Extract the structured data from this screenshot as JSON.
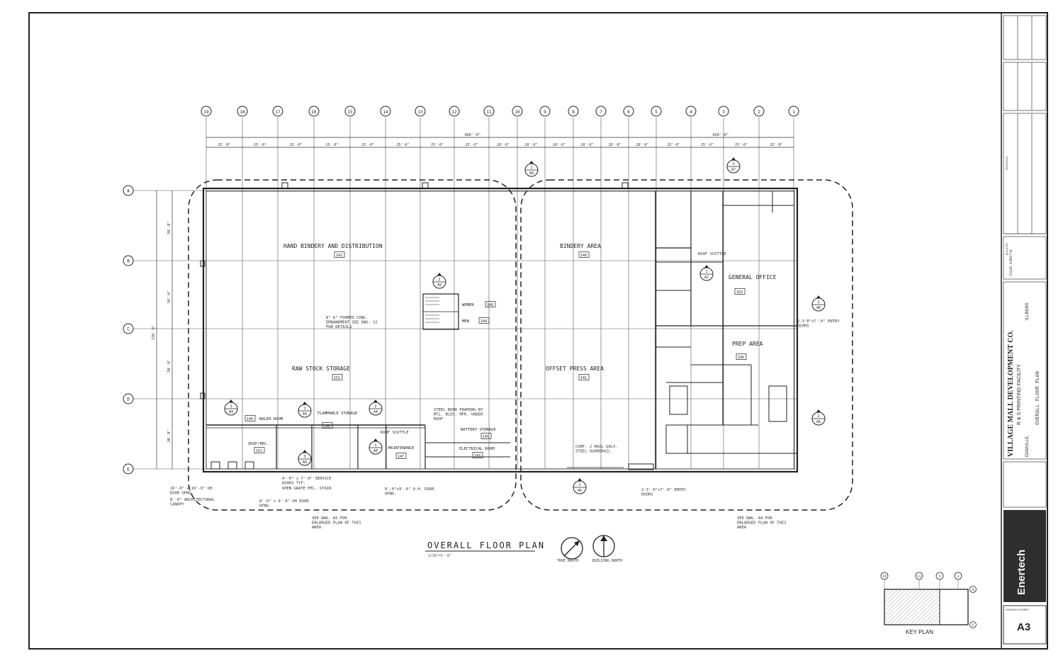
{
  "title_block": {
    "company": "VILLAGE MALL DEVELOPMENT CO.",
    "project": "R & S PRINTING FACILITY",
    "city": "DANVILLE,",
    "state": "ILLINOIS",
    "sheet_title": "OVERALL FLOOR PLAN",
    "firm": "Enertech",
    "sheet_number_label": "DRAWING NUMBER",
    "sheet_number": "A3",
    "revisions_label": "REVISIONS",
    "issue_label": "BULLETIN",
    "issue_note": "ISSUED SUBMITTAL"
  },
  "plan": {
    "title": "OVERALL FLOOR PLAN",
    "scale": "1/16\"=1'-0\"",
    "true_north": "TRUE NORTH",
    "building_north": "BUILDING NORTH",
    "key_plan_title": "KEY PLAN",
    "key_plan_cols": [
      "19",
      "11",
      "5",
      "1"
    ],
    "key_plan_rows": [
      "A",
      "E"
    ],
    "overall_dims": [
      "380'-0\"",
      "100'-0\""
    ],
    "bay_dims": [
      "25'-0\"",
      "25'-0\"",
      "25'-0\"",
      "25'-0\"",
      "25'-0\"",
      "25'-0\"",
      "25'-0\"",
      "25'-0\"",
      "20'-0\"",
      "20'-0\"",
      "20'-0\"",
      "20'-0\"",
      "20'-0\"",
      "20'-0\"",
      "25'-0\"",
      "25'-0\"",
      "25'-0\"",
      "25'-0\""
    ],
    "row_dims": [
      "50'-0\"",
      "50'-0\"",
      "50'-0\"",
      "30'-0\""
    ],
    "total_depth": "230'-0\"",
    "column_grid": [
      "19",
      "18",
      "17",
      "16",
      "15",
      "14",
      "13",
      "12",
      "11",
      "10",
      "9",
      "8",
      "7",
      "6",
      "5",
      "4",
      "3",
      "2",
      "1"
    ],
    "row_grid": [
      "A",
      "B",
      "C",
      "D",
      "E"
    ],
    "rooms": [
      {
        "name": "HAND BINDERY AND DISTRIBUTION",
        "num": "142"
      },
      {
        "name": "RAW STOCK STORAGE",
        "num": "152"
      },
      {
        "name": "BINDERY AREA",
        "num": "140"
      },
      {
        "name": "OFFSET PRESS AREA",
        "num": "141"
      },
      {
        "name": "GENERAL OFFICE",
        "num": "103"
      },
      {
        "name": "PREP AREA",
        "num": "106"
      },
      {
        "name": "WOMEN",
        "num": "148"
      },
      {
        "name": "MEN",
        "num": "144"
      },
      {
        "name": "BALER ROOM",
        "num": "149"
      },
      {
        "name": "FLAMMABLE STORAGE",
        "num": "146"
      },
      {
        "name": "SHIP/REC.",
        "num": "151"
      },
      {
        "name": "MAINTENANCE",
        "num": "147"
      },
      {
        "name": "BATTERY STORAGE",
        "num": "145"
      },
      {
        "name": "ELECTRICAL ROOM",
        "num": "143"
      }
    ],
    "notes": [
      "8\" 6\" FORMED CONC. EMBANKMENT SEE DWG. S2 FOR DETAILS",
      "STEEL BOND FRAMING BY MTL. BLDG. MFR. UNDER ROOF",
      "ROOF SCUTTLE",
      "ROOF SCUTTLE",
      "CONT. 2 RAIL GALV. STEEL GUARDRAIL",
      "2-3'0\"x7'-0\" ENTRY DOORS",
      "2-3'-0\"x7'-0\" ENTRY DOORS",
      "8'-0\"x9'-0\" O.H. DOOR OPNG.",
      "OPEN GRATE MTL. STAIR",
      "4'-0\" x 7'-0\" SERVICE DOORS TYP.",
      "8'-0\" x 9'-0\" OH DOOR OPNG.",
      "10'-0\" x 10'-0\" OH DOOR OPNG.",
      "8'-0\" ARCHITECTURAL CANOPY",
      "SEE DWG. A5 FOR ENLARGED PLAN OF THIS AREA",
      "SEE DWG. A4 FOR ENLARGED PLAN OF THIS AREA"
    ],
    "section_tags": [
      {
        "num": "1",
        "sheet": "A8"
      },
      {
        "num": "1",
        "sheet": "A7"
      },
      {
        "num": "2",
        "sheet": "A9"
      },
      {
        "num": "2",
        "sheet": "A2"
      },
      {
        "num": "2",
        "sheet": "A8"
      },
      {
        "num": "2",
        "sheet": "A6"
      },
      {
        "num": "1",
        "sheet": "A9"
      },
      {
        "num": "1",
        "sheet": "A9"
      },
      {
        "num": "2",
        "sheet": "A4"
      },
      {
        "num": "3",
        "sheet": "A9"
      },
      {
        "num": "1",
        "sheet": "A8"
      },
      {
        "num": "1",
        "sheet": "A6"
      }
    ]
  }
}
